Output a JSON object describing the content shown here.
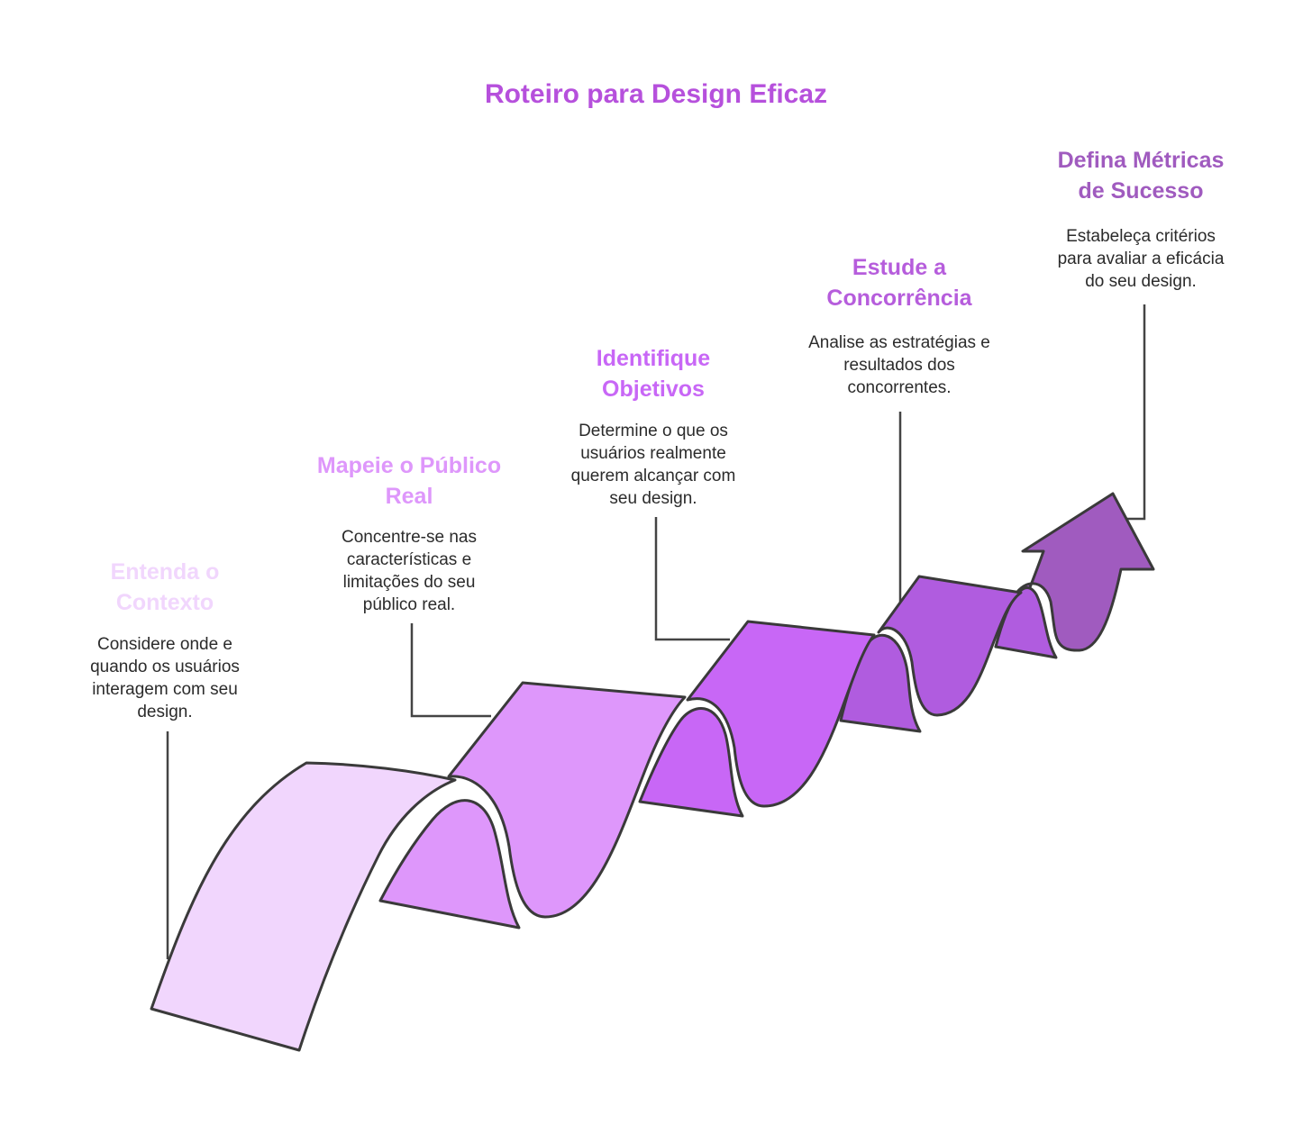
{
  "title": "Roteiro para Design Eficaz",
  "colors": {
    "title": "#B650DC",
    "ribbon": [
      "#F1D6FD",
      "#DE97FB",
      "#C867F6",
      "#B05CDF",
      "#A05BBF"
    ],
    "heading": [
      "#F1D6FD",
      "#DE97FB",
      "#C867F6",
      "#B65DDC",
      "#A05BBF"
    ]
  },
  "steps": [
    {
      "heading": [
        "Entenda o",
        "Contexto"
      ],
      "description": [
        "Considere onde e",
        "quando os usuários",
        "interagem com seu",
        "design."
      ]
    },
    {
      "heading": [
        "Mapeie o Público",
        "Real"
      ],
      "description": [
        "Concentre-se nas",
        "características e",
        "limitações do seu",
        "público real."
      ]
    },
    {
      "heading": [
        "Identifique",
        "Objetivos"
      ],
      "description": [
        "Determine o que os",
        "usuários realmente",
        "querem alcançar com",
        "seu design."
      ]
    },
    {
      "heading": [
        "Estude a",
        "Concorrência"
      ],
      "description": [
        "Analise as estratégias e",
        "resultados dos",
        "concorrentes."
      ]
    },
    {
      "heading": [
        "Defina Métricas",
        "de Sucesso"
      ],
      "description": [
        "Estabeleça critérios",
        "para avaliar a eficácia",
        "do seu design."
      ]
    }
  ]
}
